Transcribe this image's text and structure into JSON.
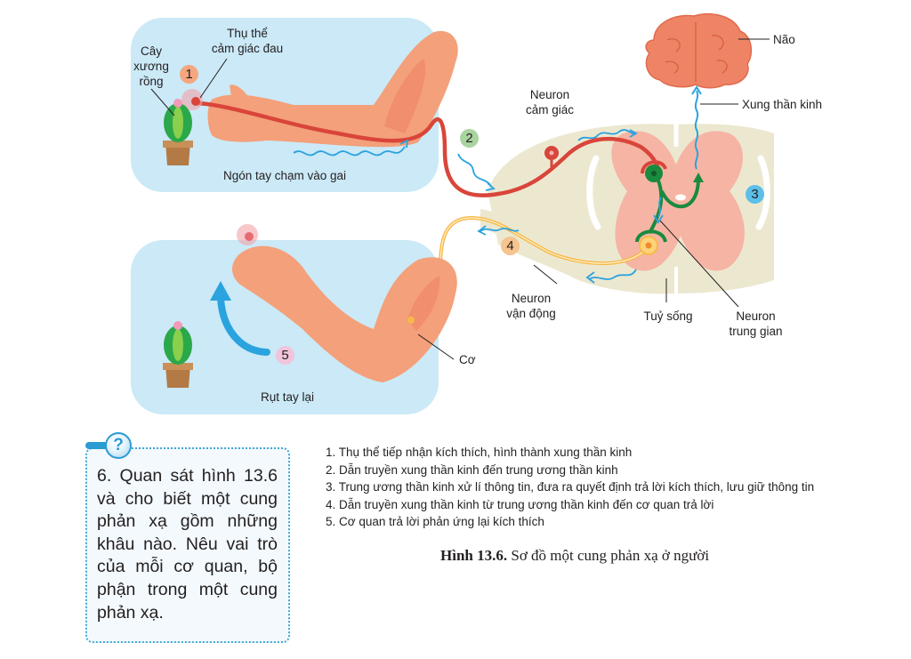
{
  "figure": {
    "labels": {
      "cactus": [
        "Cây",
        "xương",
        "rồng"
      ],
      "pain_receptor": [
        "Thụ thể",
        "cảm giác đau"
      ],
      "touch_caption": "Ngón tay chạm vào gai",
      "withdraw_caption": "Rụt tay lại",
      "brain": "Não",
      "nerve_impulse": "Xung thần kinh",
      "sensory_neuron": [
        "Neuron",
        "cảm giác"
      ],
      "motor_neuron": [
        "Neuron",
        "vận động"
      ],
      "spinal_cord": "Tuỷ sống",
      "interneuron": [
        "Neuron",
        "trung gian"
      ],
      "muscle": "Cơ"
    },
    "badges": [
      {
        "number": "1",
        "color": "#f4a77f"
      },
      {
        "number": "2",
        "color": "#a9d4a0"
      },
      {
        "number": "3",
        "color": "#5bbfe8"
      },
      {
        "number": "4",
        "color": "#f6c48f"
      },
      {
        "number": "5",
        "color": "#f2c4dc"
      }
    ],
    "colors": {
      "panel_bg": "#cbe9f7",
      "skin": "#f4a07a",
      "sensory_nerve": "#d9453a",
      "motor_nerve": "#f7b84b",
      "interneuron": "#1a8a3e",
      "impulse": "#2aa3df",
      "spinal_white": "#ece8d0",
      "spinal_gray": "#f6b4a4",
      "brain": "#ee8465"
    }
  },
  "question": {
    "text": "6. Quan sát hình 13.6 và cho biết một cung phản xạ gồm những khâu nào. Nêu vai trò của mỗi cơ quan, bộ phận trong một cung phản xạ.",
    "icon": "question-mark-icon"
  },
  "steps": [
    "1. Thụ thể tiếp nhận kích thích, hình thành xung thần kinh",
    "2. Dẫn truyền xung thần kinh đến trung ương thần kinh",
    "3. Trung ương thần kinh xử lí thông tin, đưa ra quyết định trả lời kích thích, lưu giữ thông tin",
    "4. Dẫn truyền xung thần kinh từ trung ương thần kinh đến cơ quan trả lời",
    "5. Cơ quan trả lời phản ứng lại kích thích"
  ],
  "caption": {
    "bold": "Hình 13.6.",
    "rest": " Sơ đồ một cung phản xạ ở người"
  }
}
